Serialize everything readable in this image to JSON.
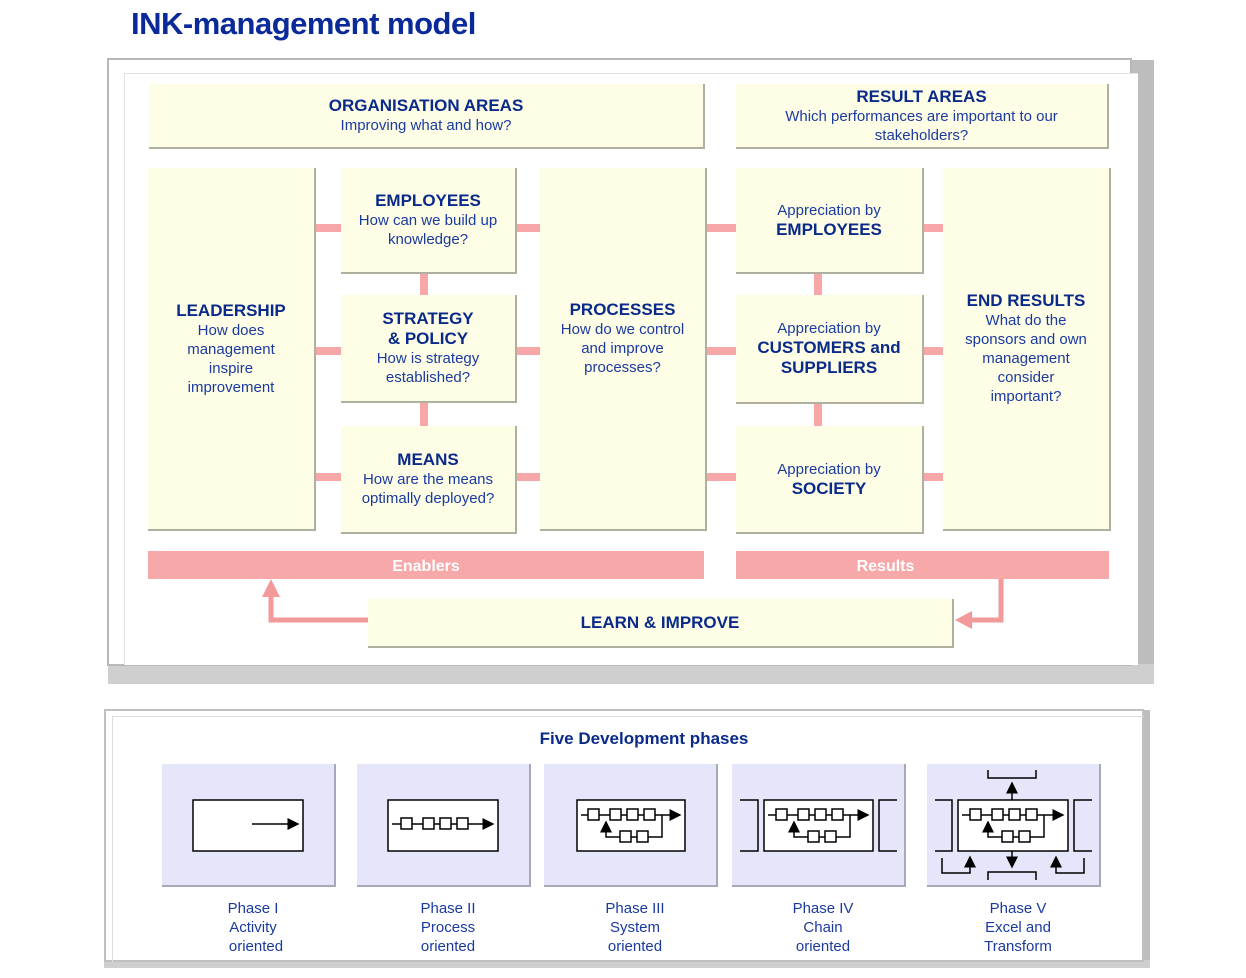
{
  "title": "INK-management model",
  "org_areas": {
    "heading": "ORGANISATION AREAS",
    "sub": "Improving  what  and how?"
  },
  "result_areas": {
    "heading": "RESULT AREAS",
    "sub": "Which performances are important  to our stakeholders?"
  },
  "leadership": {
    "heading": "LEADERSHIP",
    "sub": "How does management inspire improvement"
  },
  "employees": {
    "heading": "EMPLOYEES",
    "sub": "How can we build up knowledge?"
  },
  "strategy": {
    "heading1": "STRATEGY",
    "heading2": "& POLICY",
    "sub": "How is strategy established?"
  },
  "means": {
    "heading": "MEANS",
    "sub": "How are the means optimally deployed?"
  },
  "processes": {
    "heading": "PROCESSES",
    "sub": "How do we control and improve processes?"
  },
  "appr_employees": {
    "pre": "Appreciation by",
    "heading": "EMPLOYEES"
  },
  "appr_customers": {
    "pre": "Appreciation by",
    "heading": "CUSTOMERS and SUPPLIERS"
  },
  "appr_society": {
    "pre": "Appreciation by",
    "heading": "SOCIETY"
  },
  "end_results": {
    "heading": "END RESULTS",
    "sub": "What do the sponsors and own management consider important?"
  },
  "enablers": "Enablers",
  "results": "Results",
  "learn": "LEARN &  IMPROVE",
  "phases_title": "Five Development phases",
  "phases": [
    {
      "l1": "Phase I",
      "l2": "Activity",
      "l3": "oriented"
    },
    {
      "l1": "Phase II",
      "l2": "Process",
      "l3": "oriented"
    },
    {
      "l1": "Phase III",
      "l2": "System",
      "l3": "oriented"
    },
    {
      "l1": "Phase IV",
      "l2": "Chain",
      "l3": "oriented"
    },
    {
      "l1": "Phase V",
      "l2": "Excel and",
      "l3": "Transform"
    }
  ],
  "colors": {
    "title": "#0a2a9a",
    "box_fill": "#fefee7",
    "connector": "#f7a7a7",
    "phase_tile": "#e6e6fb"
  }
}
